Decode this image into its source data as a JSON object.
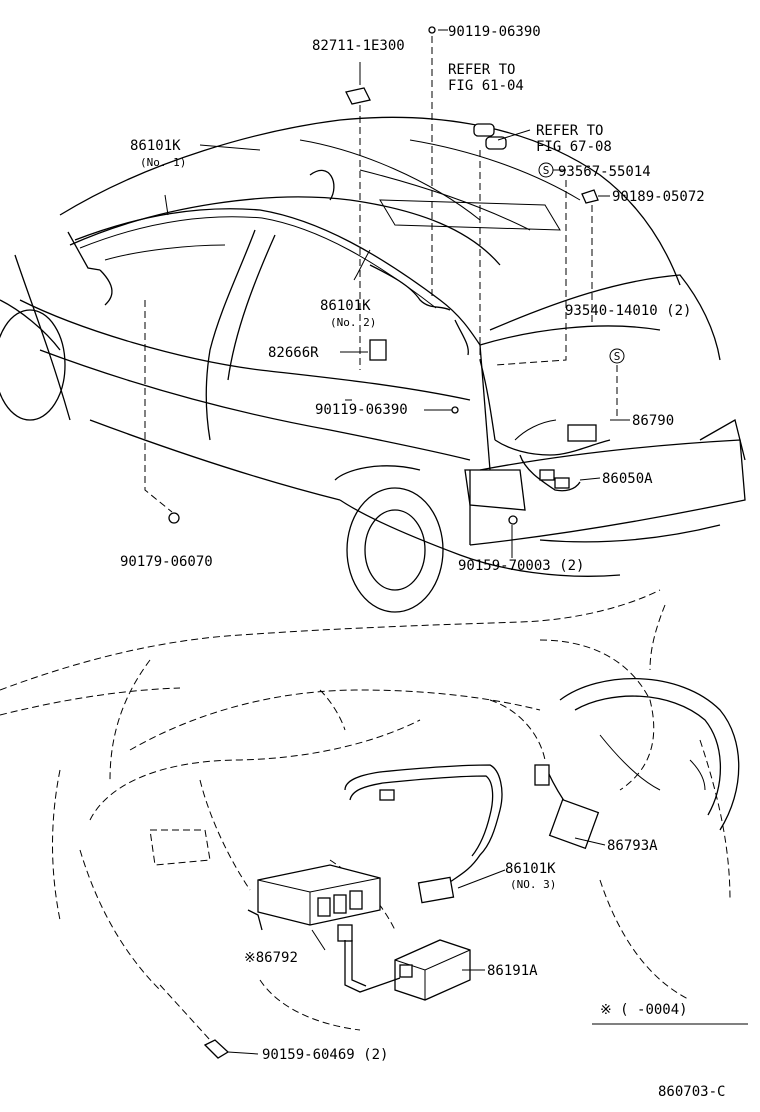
{
  "diagram": {
    "code": "860703-C",
    "callouts": {
      "p1": "82711-1E300",
      "p2": "90119-06390",
      "p3": "REFER TO",
      "p3b": "FIG 61-04",
      "p4": "REFER TO",
      "p4b": "FIG 67-08",
      "p5": "93567-55014",
      "p6": "90189-05072",
      "p7": "86101K",
      "p7sub": "(No. 1)",
      "p8": "86101K",
      "p8sub": "(No. 2)",
      "p9": "82666R",
      "p10": "93540-14010 (2)",
      "p11": "90119-06390",
      "p12": "86790",
      "p13": "86050A",
      "p14": "90179-06070",
      "p15": "90159-70003 (2)",
      "p16": "86793A",
      "p17": "86101K",
      "p17sub": "(NO. 3)",
      "p18": "※86792",
      "p19": "86191A",
      "p20": "90159-60469 (2)",
      "note": "※ (       -0004)",
      "s_symbol": "S"
    }
  }
}
